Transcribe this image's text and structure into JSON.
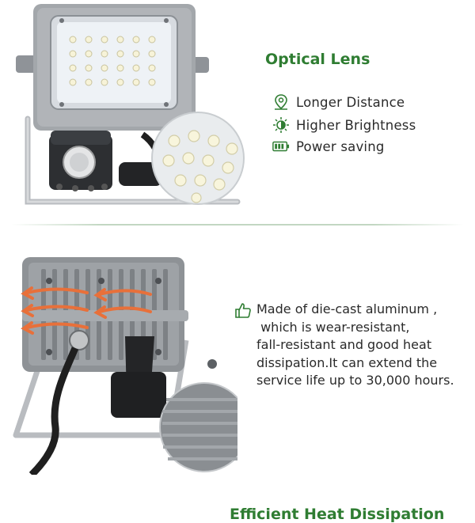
{
  "optical": {
    "title": "Optical Lens",
    "features": [
      {
        "icon": "location-pin-icon",
        "label": "Longer Distance"
      },
      {
        "icon": "brightness-icon",
        "label": "Higher Brightness"
      },
      {
        "icon": "battery-icon",
        "label": "Power saving"
      }
    ]
  },
  "heat": {
    "title": "Efficient Heat Dissipation",
    "icon": "thumbs-up-icon",
    "lines": [
      "Made of die-cast aluminum ,",
      " which is wear-resistant,",
      "fall-resistant and good heat",
      "dissipation.It can extend the",
      "service life up to 30,000 hours."
    ]
  },
  "colors": {
    "accent_green": "#2f7d32",
    "housing_gray": "#9a9ea3",
    "heat_arrow": "#e8703a"
  }
}
